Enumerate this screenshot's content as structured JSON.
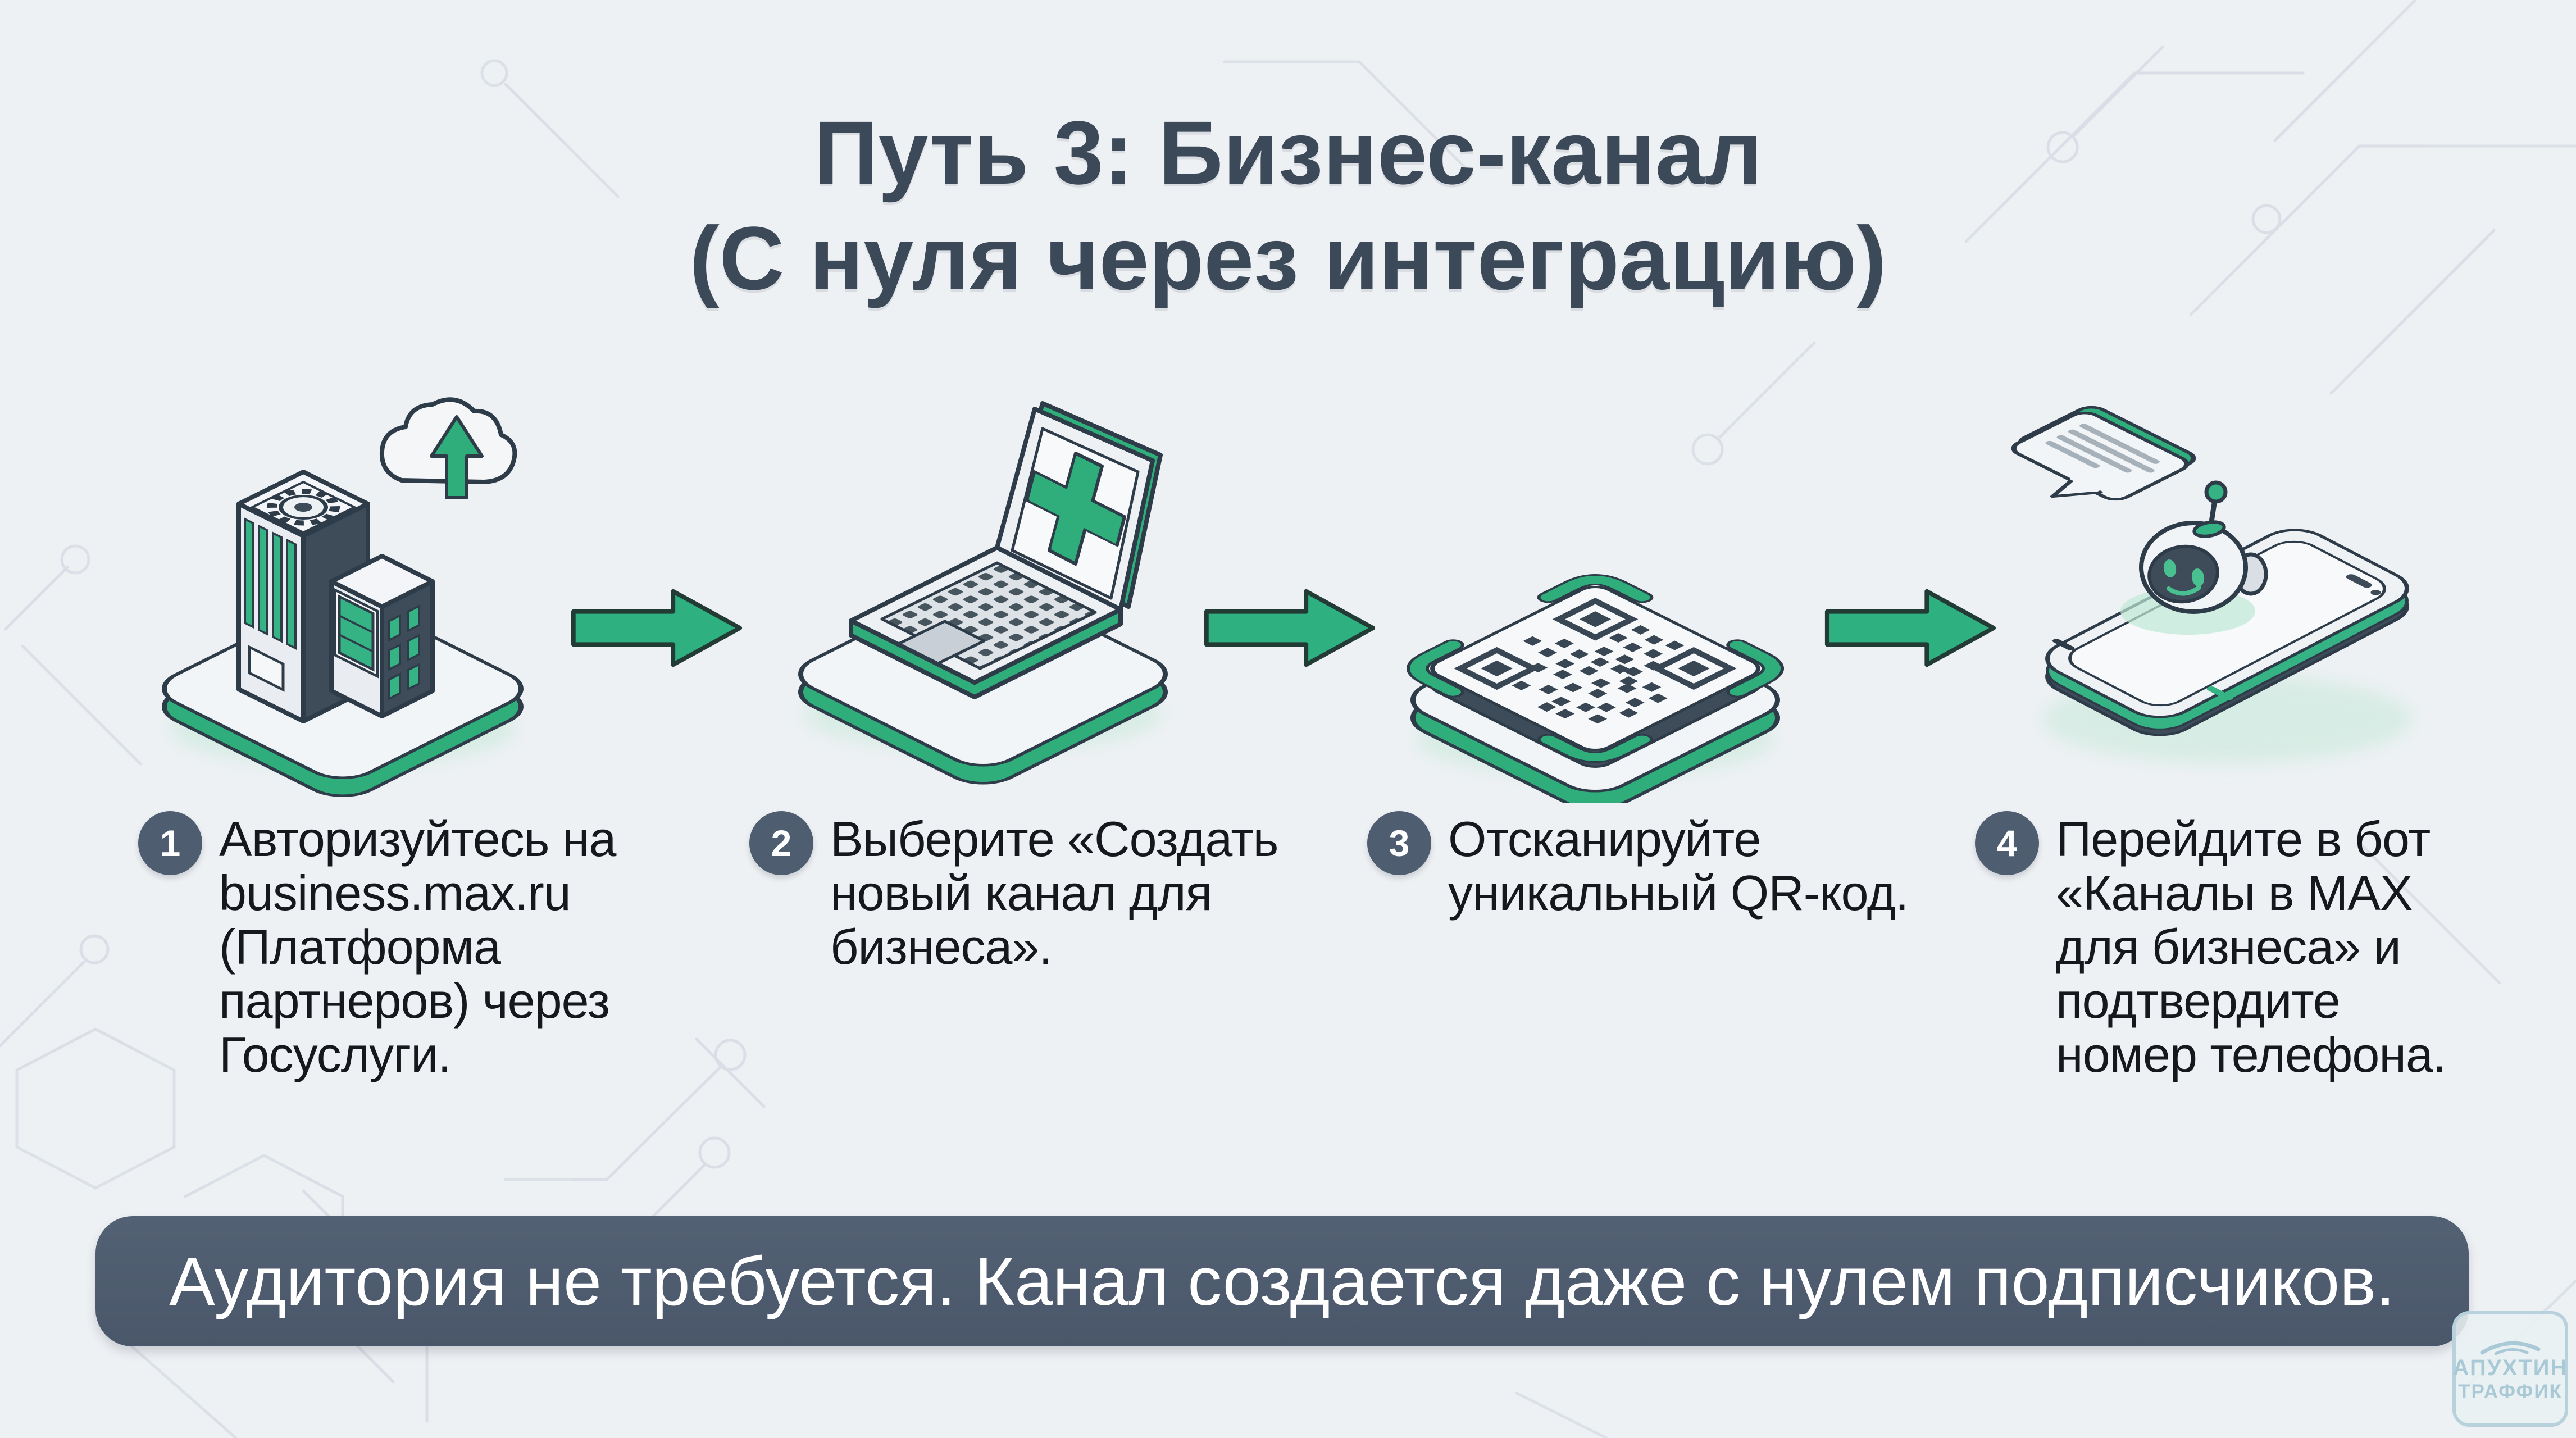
{
  "title": {
    "line1": "Путь 3: Бизнес-канал",
    "line2": "(С нуля через интеграцию)"
  },
  "steps": [
    {
      "number": "1",
      "lines": [
        "Авторизуйтесь на",
        "business.max.ru",
        "(Платформа",
        "партнеров) через",
        "Госуслуги."
      ]
    },
    {
      "number": "2",
      "lines": [
        "Выберите «Создать",
        "новый канал для",
        "бизнеса»."
      ]
    },
    {
      "number": "3",
      "lines": [
        "Отсканируйте",
        "уникальный QR-код."
      ]
    },
    {
      "number": "4",
      "lines": [
        "Перейдите в бот",
        "«Каналы в MAX",
        "для бизнеса» и",
        "подтвердите",
        "номер телефона."
      ]
    }
  ],
  "banner": {
    "text": "Аудитория не требуется. Канал создается даже с нулем подписчиков."
  },
  "watermark": {
    "line1": "АПУХТИН",
    "line2": "ТРАФФИК"
  },
  "icons": {
    "step1": "building-cloud-upload-icon",
    "step2": "laptop-create-channel-icon",
    "step3": "qr-code-icon",
    "step4": "phone-chatbot-icon",
    "between_steps": "arrow-right-icon"
  },
  "colors": {
    "background": "#eef1f4",
    "accent_green": "#2fae7c",
    "bright_green": "#35b384",
    "dark_outline": "#2e3b48",
    "slate_face": "#3e4c5a",
    "title_text": "#3c4959",
    "body_text": "#15191d",
    "badge_bg": "#4e5d70",
    "banner_bg": "#4e5b6c",
    "banner_text": "#ffffff",
    "circuit_trace": "#dadee6",
    "watermark": "#a9c9d6"
  }
}
